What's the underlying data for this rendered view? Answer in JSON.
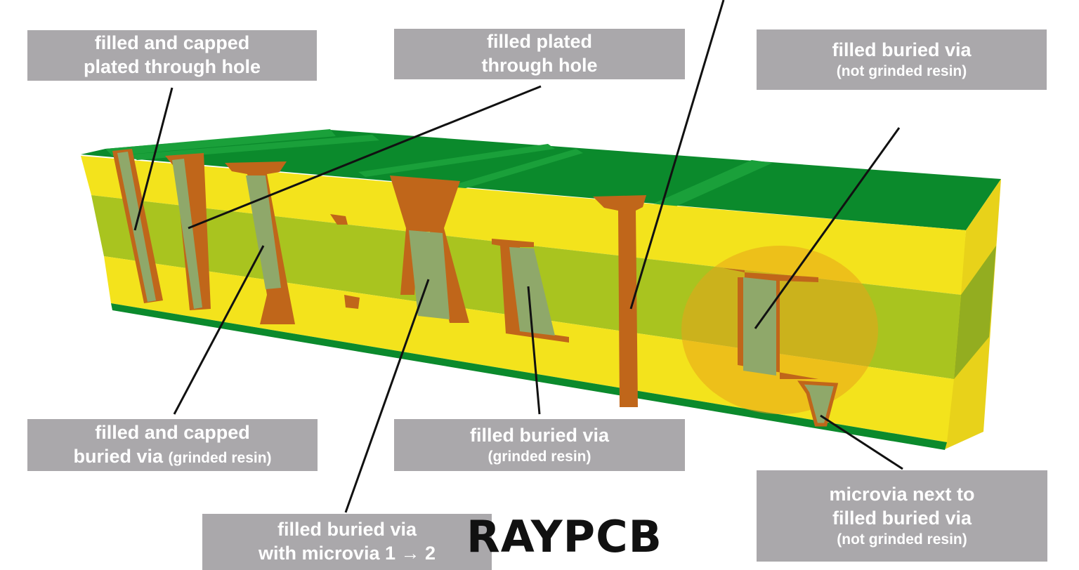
{
  "labels": {
    "capped_pth": {
      "line1": "filled and capped",
      "line2": "plated through hole"
    },
    "filled_pth": {
      "line1": "filled plated",
      "line2": "through hole"
    },
    "buried_not_grinded": {
      "line1": "filled buried via",
      "line2": "(not grinded resin)"
    },
    "capped_buried": {
      "line1": "filled and capped",
      "line2a": "buried via ",
      "line2b": "(grinded resin)"
    },
    "buried_grinded": {
      "line1": "filled buried via",
      "line2": "(grinded resin)"
    },
    "buried_microvia": {
      "line1": "filled buried via",
      "line2": "with microvia 1 → 2"
    },
    "microvia_next": {
      "line1": "microvia next to",
      "line2": "filled buried via",
      "line3": "(not grinded resin)"
    }
  },
  "logo": "RAYPCB",
  "colors": {
    "label_bg": "#aaa8ab",
    "solder_mask": "#0a8a2a",
    "prepreg": "#f2e21a",
    "core": "#a8c31e",
    "copper": "#c0661a",
    "resin": "#8fa86a"
  }
}
